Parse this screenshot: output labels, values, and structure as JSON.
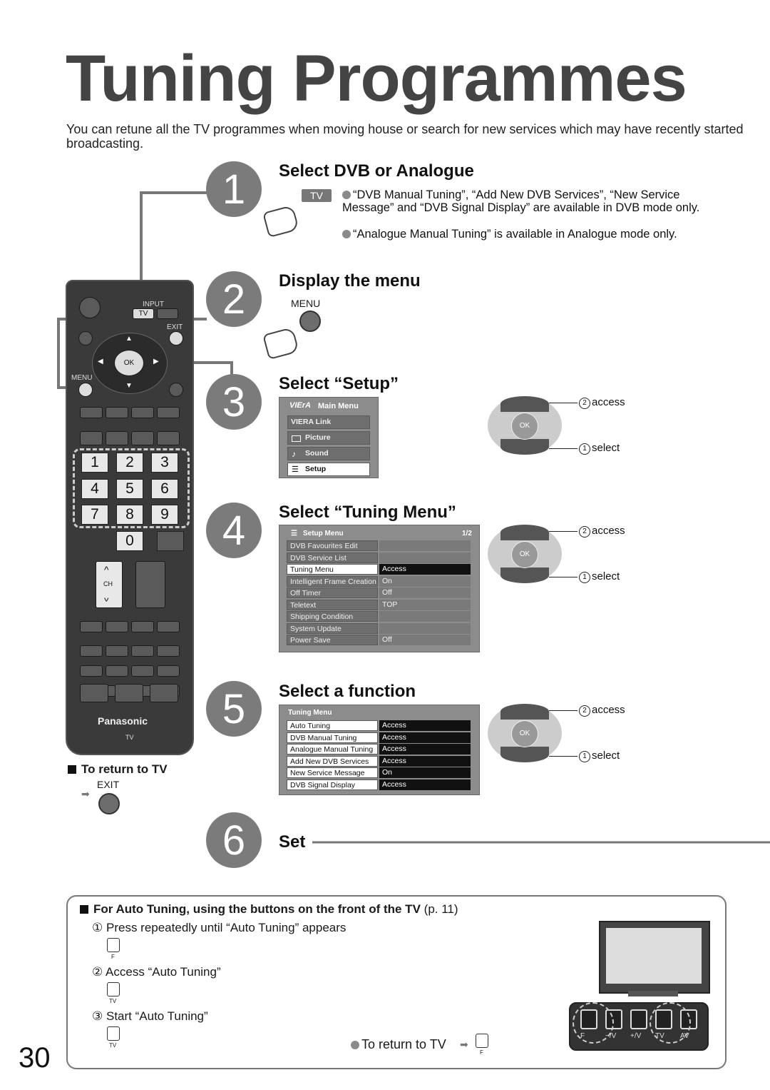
{
  "page": {
    "title": "Tuning Programmes",
    "intro": "You can retune all the TV programmes when moving house or search for new services which may have recently started broadcasting.",
    "page_number": "30"
  },
  "steps": [
    {
      "num": "1",
      "title": "Select DVB or Analogue"
    },
    {
      "num": "2",
      "title": "Display the menu"
    },
    {
      "num": "3",
      "title": "Select “Setup”"
    },
    {
      "num": "4",
      "title": "Select “Tuning Menu”"
    },
    {
      "num": "5",
      "title": "Select a function"
    },
    {
      "num": "6",
      "title": "Set"
    }
  ],
  "step1": {
    "key_label": "TV",
    "note1": "“DVB Manual Tuning”, “Add New DVB Services”, “New Service Message” and “DVB Signal Display” are available in DVB mode only.",
    "note2": "“Analogue Manual Tuning” is available in Analogue mode only."
  },
  "step2": {
    "key_label": "MENU"
  },
  "main_menu": {
    "logo": "VIErA",
    "title": "Main Menu",
    "items": [
      "VIERA Link",
      "Picture",
      "Sound",
      "Setup"
    ],
    "selected": "Setup"
  },
  "setup_menu": {
    "title": "Setup Menu",
    "page": "1/2",
    "rows": [
      {
        "label": "DVB Favourites Edit",
        "value": ""
      },
      {
        "label": "DVB Service List",
        "value": ""
      },
      {
        "label": "Tuning Menu",
        "value": "Access"
      },
      {
        "label": "Intelligent Frame Creation",
        "value": "On"
      },
      {
        "label": "Off Timer",
        "value": "Off"
      },
      {
        "label": "Teletext",
        "value": "TOP"
      },
      {
        "label": "Shipping Condition",
        "value": ""
      },
      {
        "label": "System Update",
        "value": ""
      },
      {
        "label": "Power Save",
        "value": "Off"
      }
    ]
  },
  "tuning_menu": {
    "title": "Tuning Menu",
    "rows": [
      {
        "label": "Auto Tuning",
        "value": "Access"
      },
      {
        "label": "DVB Manual Tuning",
        "value": "Access"
      },
      {
        "label": "Analogue Manual Tuning",
        "value": "Access"
      },
      {
        "label": "Add New DVB Services",
        "value": "Access"
      },
      {
        "label": "New Service Message",
        "value": "On"
      },
      {
        "label": "DVB Signal Display",
        "value": "Access"
      }
    ]
  },
  "dpad": {
    "ok": "OK",
    "access": "access",
    "select": "select",
    "n2": "2",
    "n1": "1"
  },
  "remote": {
    "input_label": "INPUT",
    "tv_label": "TV",
    "exit_label": "EXIT",
    "menu_label": "MENU",
    "ok_label": "OK",
    "numbers": [
      "1",
      "2",
      "3",
      "4",
      "5",
      "6",
      "7",
      "8",
      "9",
      "0"
    ],
    "ch_label": "CH",
    "brand": "Panasonic",
    "model": "TV"
  },
  "return_tv": {
    "title": "To return to TV",
    "key": "EXIT"
  },
  "auto_tuning": {
    "heading": "For Auto Tuning, using the buttons on the front of the TV",
    "page_ref": "(p. 11)",
    "step1_num": "①",
    "step1": "Press repeatedly until “Auto Tuning” appears",
    "step1_key": "F",
    "step2_num": "②",
    "step2": "Access “Auto Tuning”",
    "step2_key": "TV",
    "step3_num": "③",
    "step3": "Start “Auto Tuning”",
    "step3_key": "TV",
    "return": "To return to TV",
    "return_key": "F",
    "panel_labels": [
      "F",
      "−/V",
      "+/V",
      "TV",
      "AV"
    ]
  }
}
